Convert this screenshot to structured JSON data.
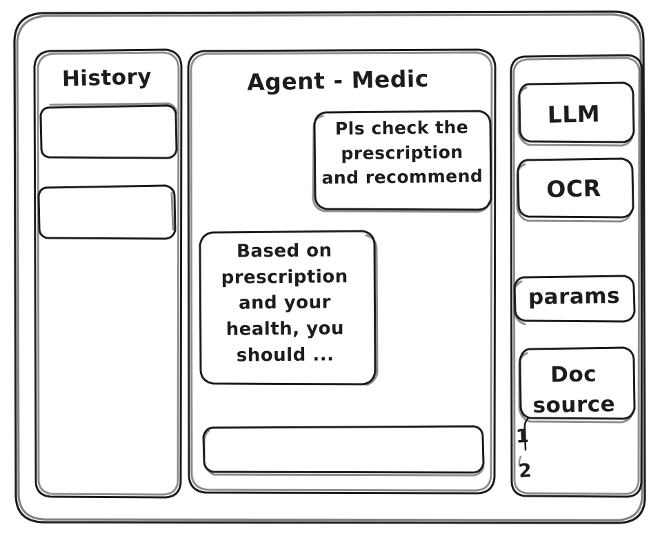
{
  "window": {
    "name": "agent-medic-wireframe",
    "background": "#ffffff",
    "ink_color": "#1d1d1d"
  },
  "sidebar_left": {
    "title": "History",
    "items": [
      {
        "label": ""
      },
      {
        "label": ""
      }
    ]
  },
  "main": {
    "title": "Agent - Medic",
    "messages": [
      {
        "role": "user",
        "text": "Pls check the\nprescription\nand recommend"
      },
      {
        "role": "agent",
        "text": "Based on\nprescription\nand your\nhealth, you\nshould ..."
      }
    ],
    "composer": {
      "value": "",
      "placeholder": ""
    }
  },
  "sidebar_right": {
    "buttons": [
      {
        "label": "LLM"
      },
      {
        "label": "OCR"
      },
      {
        "label": "params"
      }
    ],
    "doc_source": {
      "label": "Doc\nsource",
      "items": [
        {
          "label": "1"
        },
        {
          "label": "2"
        }
      ]
    }
  }
}
